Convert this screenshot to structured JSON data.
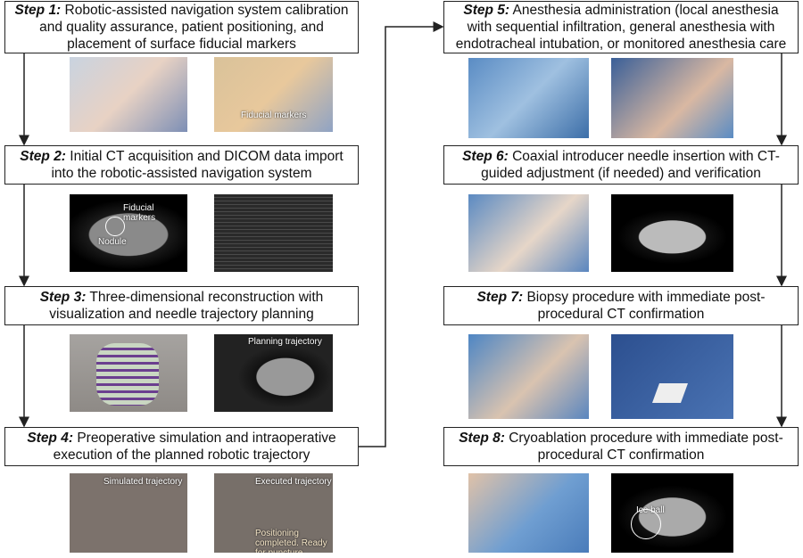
{
  "steps": [
    {
      "label": "Step 1:",
      "text": "Robotic-assisted navigation system calibration and quality assurance, patient positioning, and placement of surface fiducial markers"
    },
    {
      "label": "Step 2:",
      "text": "Initial CT acquisition and DICOM data import into the robotic-assisted navigation system"
    },
    {
      "label": "Step 3:",
      "text": "Three-dimensional reconstruction with visualization and needle trajectory planning"
    },
    {
      "label": "Step 4:",
      "text": "Preoperative simulation and intraoperative execution of the planned robotic trajectory"
    },
    {
      "label": "Step 5:",
      "text": "Anesthesia administration (local anesthesia with sequential infiltration, general anesthesia with endotracheal intubation, or monitored anesthesia care"
    },
    {
      "label": "Step 6:",
      "text": "Coaxial introducer needle insertion with CT-guided adjustment (if needed) and verification"
    },
    {
      "label": "Step 7:",
      "text": "Biopsy procedure with immediate post-procedural CT confirmation"
    },
    {
      "label": "Step 8:",
      "text": "Cryoablation procedure with immediate post-procedural CT confirmation"
    }
  ],
  "annotations": {
    "fiducial1": "Fiducial markers",
    "fiducial2": "Fiducial markers",
    "nodule": "Nodule",
    "planning": "Planning trajectory",
    "simulated": "Simulated trajectory",
    "executed": "Executed trajectory",
    "positioning": "Positioning completed. Ready for puncture.",
    "iceball": "Ice ball"
  }
}
